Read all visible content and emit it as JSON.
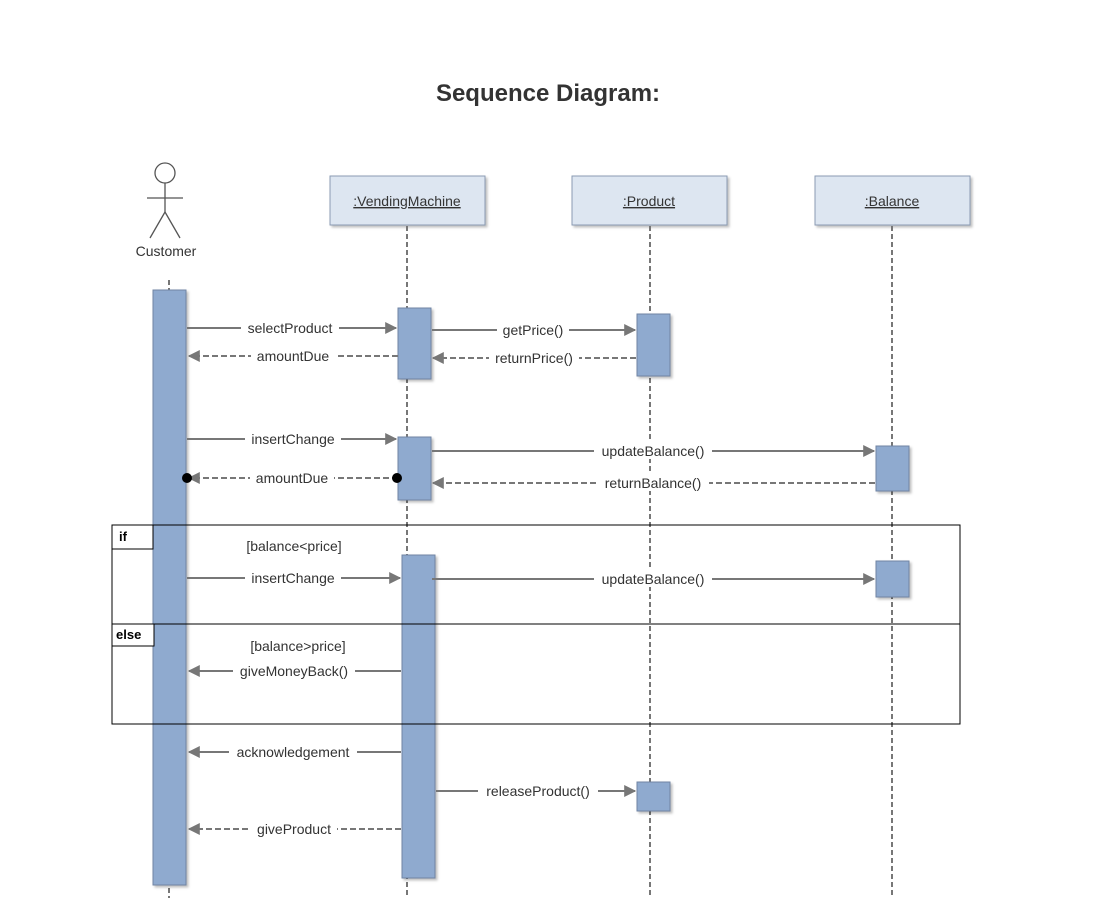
{
  "title": "Sequence Diagram:",
  "actor": {
    "label": "Customer"
  },
  "lifelines": [
    {
      "id": "vm",
      "label": ":VendingMachine"
    },
    {
      "id": "product",
      "label": ":Product"
    },
    {
      "id": "balance",
      "label": ":Balance"
    }
  ],
  "messages": {
    "selectProduct": "selectProduct",
    "amountDue1": "amountDue",
    "getPrice": "getPrice()",
    "returnPrice": "returnPrice()",
    "insertChange1": "insertChange",
    "amountDue2": "amountDue",
    "updateBalance1": "updateBalance()",
    "returnBalance": "returnBalance()",
    "insertChange2": "insertChange",
    "updateBalance2": "updateBalance()",
    "giveMoneyBack": "giveMoneyBack()",
    "acknowledgement": "acknowledgement",
    "releaseProduct": "releaseProduct()",
    "giveProduct": "giveProduct"
  },
  "fragments": {
    "if_label": "if",
    "if_guard": "[balance<price]",
    "else_label": "else",
    "else_guard": "[balance>price]"
  },
  "colors": {
    "activation_fill": "#8faacf",
    "activation_stroke": "#6f84a3",
    "object_fill": "#dde6f1",
    "arrow": "#777777"
  }
}
